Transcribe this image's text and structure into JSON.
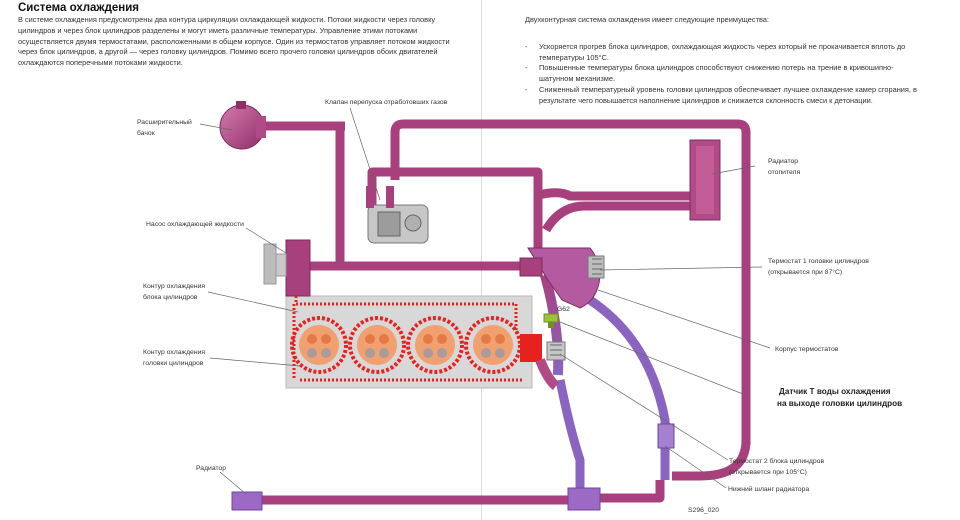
{
  "title": "Система охлаждения",
  "left_paragraph": "В системе охлаждения предусмотрены два контура циркуляции охлаждающей жидкости. Потоки жидкости через головку цилиндров и через блок цилиндров разделены и могут иметь различные температуры. Управление этими потоками осуществляется двумя термостатами, расположенными в общем корпусе. Один из термостатов управляет потоком жидкости через блок цилиндров, а другой — через головку цилиндров. Помимо всего прочего головки цилиндров обоих двигателей охлаждаются поперечными потоками жидкости.",
  "right_intro": "Двухконтурная система охлаждения имеет следующие преимущества:",
  "advantages": [
    "Ускоряется прогрев блока цилиндров, охлаждающая жидкость через который не прокачивается вплоть до температуры 105°C.",
    "Повышенные температуры блока цилиндров способствуют снижению потерь на трение в кривошипно-шатунном механизме.",
    "Сниженный температурный уровень головки цилиндров обеспечивает лучшее охлаждение камер сгорания, в результате чего повышается наполнение цилиндров и снижается склонность смеси к детонации."
  ],
  "labels": {
    "expansion_tank_1": "Расширительный",
    "expansion_tank_2": "бачок",
    "gas_valve": "Клапан перепуска отработовших газов",
    "heater_radiator_1": "Радиатор",
    "heater_radiator_2": "отопителя",
    "pump": "Насос охлаждающей жидкости",
    "block_circuit_1": "Контур охлаждения",
    "block_circuit_2": "блока цилиндров",
    "head_circuit_1": "Контур охлаждения",
    "head_circuit_2": "головки цилиндров",
    "thermostat1_1": "Термостат 1 головки цилиндров",
    "thermostat1_2": "(открывается при 87°С)",
    "thermostat_housing": "Корпус термостатов",
    "sensor_1": "Датчик Т воды охлаждения",
    "sensor_2": "на выходе головки цилиндров",
    "sensor_code": "G62",
    "thermostat2_1": "Термостат 2 блока цилиндров",
    "thermostat2_2": "(открывается при 105°С)",
    "radiator": "Радиатор",
    "lower_hose": "Нижний шланг радиатора",
    "figure_code": "S296_020"
  },
  "colors": {
    "pipe": "#a8407e",
    "pipe_light": "#c8679f",
    "pipe_cool": "#8a64c0",
    "hot": "#e8211e",
    "engine_block": "#d8d8d8",
    "cylinder": "#f2a070",
    "sensor": "#9ac23c"
  }
}
